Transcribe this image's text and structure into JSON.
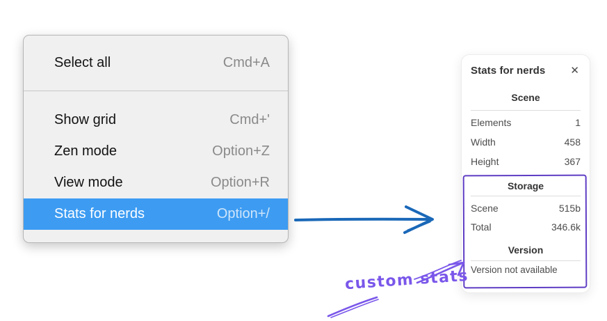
{
  "context_menu": {
    "highlight_color": "#3d9cf2",
    "top_items": [
      {
        "label": "Select all",
        "shortcut": "Cmd+A"
      }
    ],
    "items": [
      {
        "label": "Show grid",
        "shortcut": "Cmd+'"
      },
      {
        "label": "Zen mode",
        "shortcut": "Option+Z"
      },
      {
        "label": "View mode",
        "shortcut": "Option+R"
      },
      {
        "label": "Stats for nerds",
        "shortcut": "Option+/"
      }
    ],
    "highlighted_item": "Stats for nerds"
  },
  "stats_panel": {
    "title": "Stats for nerds",
    "close_icon": "✕",
    "scene_section": {
      "header": "Scene",
      "rows": [
        {
          "label": "Elements",
          "value": "1"
        },
        {
          "label": "Width",
          "value": "458"
        },
        {
          "label": "Height",
          "value": "367"
        }
      ]
    },
    "storage_section": {
      "header": "Storage",
      "rows": [
        {
          "label": "Scene",
          "value": "515b"
        },
        {
          "label": "Total",
          "value": "346.6k"
        }
      ]
    },
    "version_section": {
      "header": "Version",
      "note": "Version not available"
    }
  },
  "annotations": {
    "custom_stats_label": "custom stats",
    "blue_arrow_color": "#1a68b8",
    "purple_box_color": "#5f3dc4",
    "purple_accent_color": "#7a57ea"
  }
}
